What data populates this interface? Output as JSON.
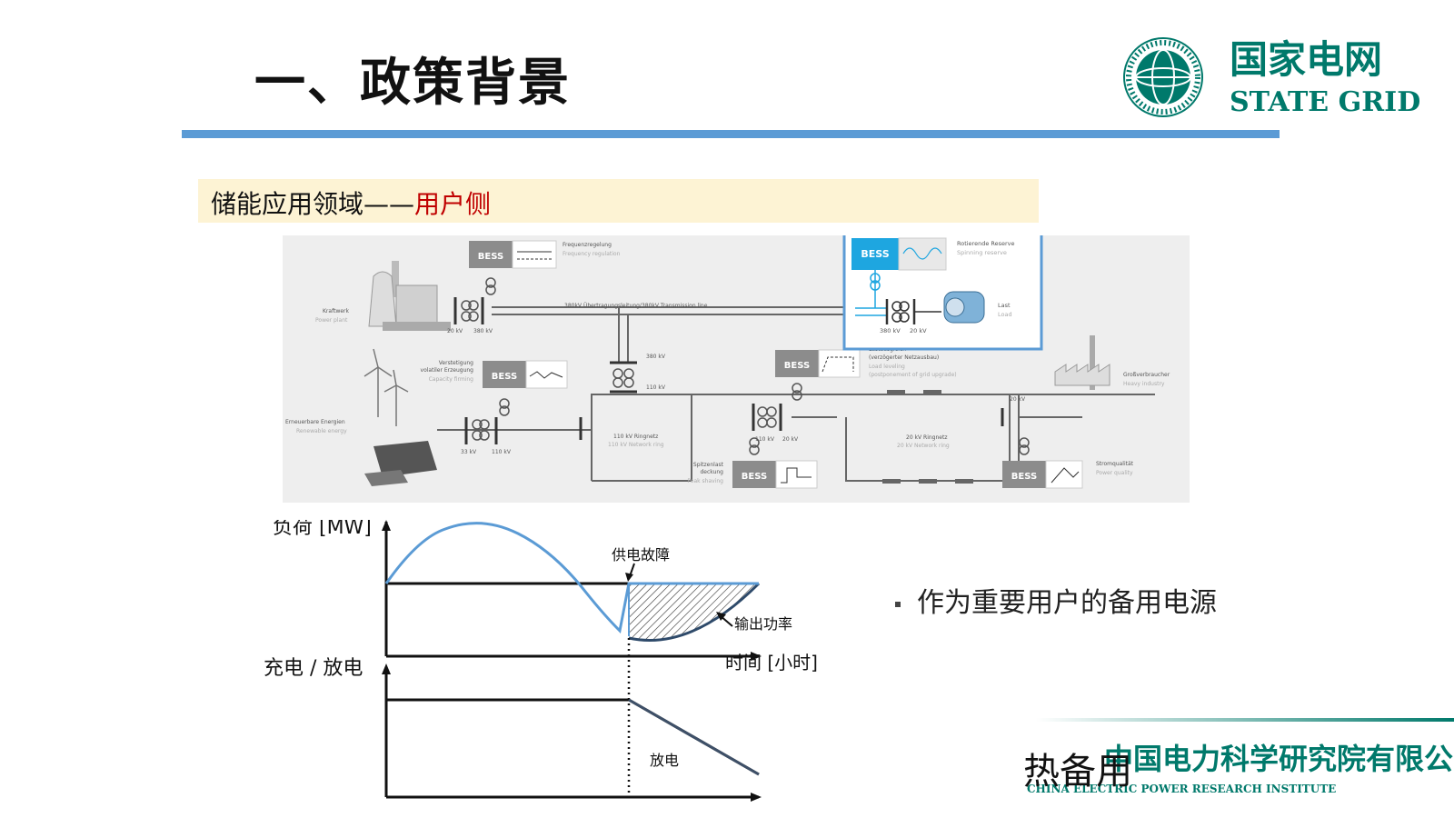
{
  "header": {
    "title": "一、政策背景",
    "logo": {
      "cn": "国家电网",
      "en": "STATE GRID",
      "seal_text": "STATE GRID CORPORATION OF CHINA 国家电网公司"
    }
  },
  "subtitle": {
    "prefix": "储能应用领域——",
    "highlight": "用户侧"
  },
  "diagram": {
    "bess": "BESS",
    "frequency": {
      "de": "Frequenzregelung",
      "en": "Frequency regulation"
    },
    "spinning": {
      "de": "Rotierende Reserve",
      "en": "Spinning reserve"
    },
    "load": {
      "de": "Last",
      "en": "Load"
    },
    "power_plant": {
      "de": "Kraftwerk",
      "en": "Power plant"
    },
    "transmission": "380kV Übertragungsleitung/380kV Transmission line",
    "capacity": {
      "de1": "Verstetigung",
      "de2": "volatiler Erzeugung",
      "en": "Capacity firming"
    },
    "renewable": {
      "de": "Erneuerbare Energien",
      "en": "Renewable energy"
    },
    "load_leveling": {
      "de1": "Lastausgleich",
      "de2": "(verzögerter Netzausbau)",
      "en1": "Load leveling",
      "en2": "(postponement of grid upgrade)"
    },
    "heavy_industry": {
      "de": "Großverbraucher",
      "en": "Heavy industry"
    },
    "ring110": {
      "de": "110 kV Ringnetz",
      "en": "110 kV Network ring"
    },
    "ring20": {
      "de": "20 kV Ringnetz",
      "en": "20 kV Network ring"
    },
    "peak": {
      "de1": "Spitzenlast",
      "de2": "deckung",
      "en": "Peak shaving"
    },
    "quality": {
      "de": "Stromqualität",
      "en": "Power quality"
    },
    "voltages": {
      "v20": "20 kV",
      "v380": "380 kV",
      "v110": "110 kV",
      "v33": "33 kV",
      "v20b": "20 kV"
    }
  },
  "load_chart": {
    "y_label_top": "负荷 [MW]",
    "y_label_bottom": "充电 / 放电",
    "x_label": "时间 [小时]",
    "fault": "供电故障",
    "output": "输出功率",
    "discharge": "放电"
  },
  "bullet": "作为重要用户的备用电源",
  "hot_reserve": "热备用",
  "footer": {
    "cn": "中国电力科学研究院有限公司",
    "en": "CHINA ELECTRIC POWER RESEARCH INSTITUTE"
  },
  "colors": {
    "accent_bar": "#5b9bd5",
    "highlight_red": "#c00000",
    "subtitle_bg": "#fdf3d4",
    "sg_green": "#00796b",
    "bess_gray": "#8c8c8c",
    "bess_blue": "#1ea6e0"
  }
}
